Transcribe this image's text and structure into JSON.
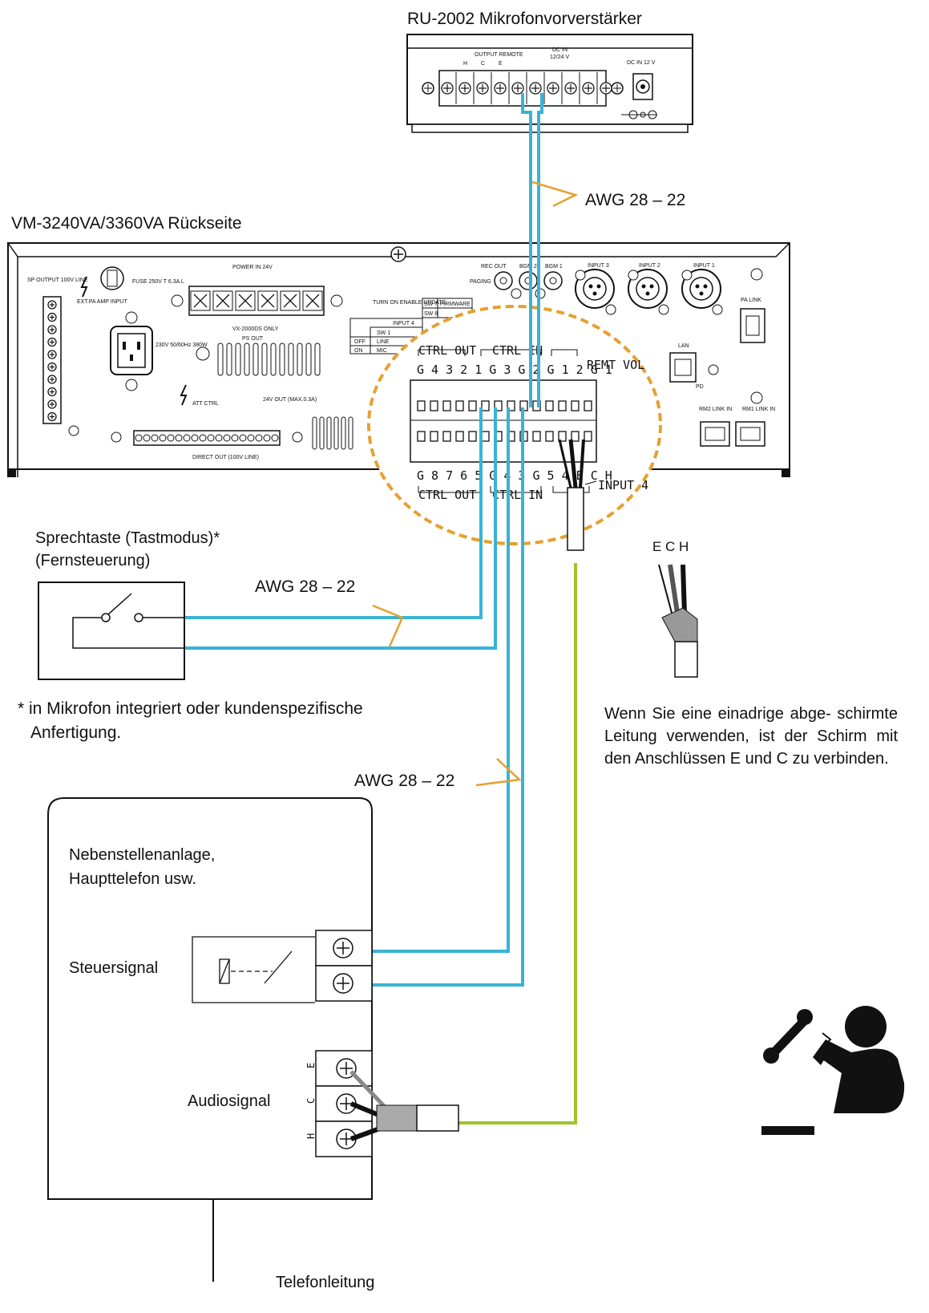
{
  "colors": {
    "signal_cable": "#3bb3d3",
    "audio_cable": "#9fc42b",
    "highlight_ring": "#e6a030",
    "device_line": "#111111"
  },
  "ru2002": {
    "title": "RU-2002 Mikrofonvorverstärker",
    "output_remote": "OUTPUT REMOTE",
    "dc_in": "DC IN",
    "dc_in_voltage": "12/24 V",
    "dc_in_12v": "DC IN 12 V",
    "terminal_h": "H",
    "terminal_c": "C",
    "terminal_e": "E"
  },
  "vm": {
    "title": "VM-3240VA/3360VA Rückseite",
    "power_in": "POWER IN 24V",
    "vx_only": "VX-2000DS ONLY",
    "ps_out": "PS OUT",
    "sp_output": "SP OUTPUT 100V LINE",
    "ext_pa": "EXT.PA AMP INPUT",
    "fuse": "FUSE 250V T 6.3A L",
    "ac_rating": "230V 50/60Hz 380W",
    "att_ctrl": "ATT CTRL",
    "direct_out": "DIRECT OUT (100V LINE)",
    "out_24v": "24V OUT (MAX.0.3A)",
    "rec_out": "REC OUT",
    "paging": "PAGING",
    "bgm2": "BGM 2",
    "bgm1": "BGM 1",
    "input3": "INPUT 3",
    "input2": "INPUT 2",
    "input1": "INPUT 1",
    "pa_link": "PA LINK",
    "lan": "LAN",
    "pd": "PD",
    "rm2_link": "RM2 LINK IN",
    "rm1_link": "RM1 LINK IN",
    "turn_on": "TURN ON ENABLE UPDATE",
    "sw7": "SW 7",
    "sw8": "SW 8",
    "firmware": "FIRMWARE",
    "input4_tbl": "INPUT 4",
    "sw1": "SW 1",
    "off": "OFF",
    "on": "ON",
    "line": "LINE",
    "mic": "MIC",
    "ctrl_out_top": "CTRL OUT",
    "ctrl_in_top": "CTRL IN",
    "remt_vol": "REMT VOL",
    "top_digits": "G 4 3 2 1 G 3 G 2 G 1 2 G 1",
    "bottom_digits": "G 8 7 6 5 G 4 3 G 5 4 E C H",
    "ctrl_out_bottom": "CTRL OUT",
    "ctrl_in_bottom": "CTRL IN",
    "input4": "INPUT 4"
  },
  "cables": {
    "awg_top": "AWG 28 – 22",
    "awg_mid": "AWG 28 – 22",
    "awg_low": "AWG 28 – 22"
  },
  "switch_box": {
    "title_line1": "Sprechtaste (Tastmodus)*",
    "title_line2": "(Fernsteuerung)"
  },
  "footnote": {
    "line1": "* in Mikrofon integriert oder kundenspezifische",
    "line2": "Anfertigung."
  },
  "shield_note": {
    "ech": "E C H",
    "line1": "Wenn Sie eine einadrige abge-",
    "line2": "schirmte Leitung verwenden, ist der",
    "line3": "Schirm mit den Anschlüssen E und",
    "line4": "C zu verbinden."
  },
  "pbx": {
    "title_line1": "Nebenstellenanlage,",
    "title_line2": "Haupttelefon usw.",
    "control_signal": "Steuersignal",
    "audio_signal": "Audiosignal",
    "term_e": "E",
    "term_c": "C",
    "term_h": "H"
  },
  "phone_line": "Telefonleitung"
}
